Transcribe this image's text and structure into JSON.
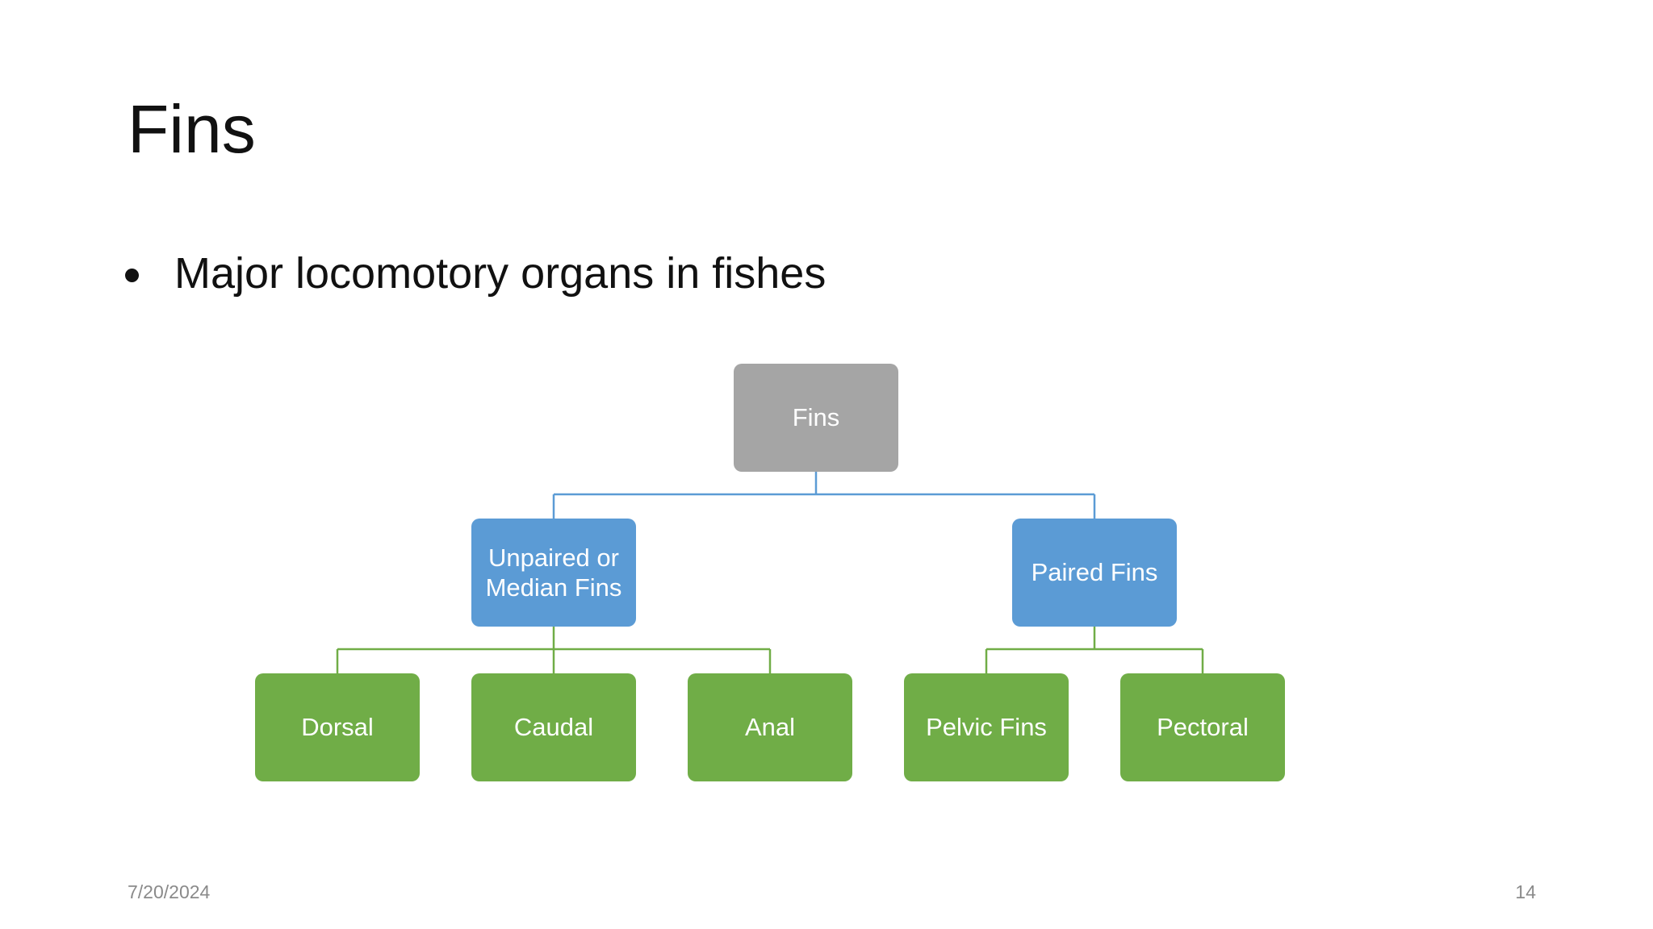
{
  "slide": {
    "title": "Fins",
    "bullet": "Major locomotory organs in fishes"
  },
  "diagram": {
    "root": {
      "label": "Fins",
      "color": "#a5a5a5"
    },
    "level1": [
      {
        "label": "Unpaired or\nMedian Fins",
        "color": "#5b9bd5"
      },
      {
        "label": "Paired Fins",
        "color": "#5b9bd5"
      }
    ],
    "level2": [
      {
        "label": "Dorsal",
        "parent": "Unpaired or Median Fins",
        "color": "#70ad47"
      },
      {
        "label": "Caudal",
        "parent": "Unpaired or Median Fins",
        "color": "#70ad47"
      },
      {
        "label": "Anal",
        "parent": "Unpaired or Median Fins",
        "color": "#70ad47"
      },
      {
        "label": "Pelvic Fins",
        "parent": "Paired Fins",
        "color": "#70ad47"
      },
      {
        "label": "Pectoral",
        "parent": "Paired Fins",
        "color": "#70ad47"
      }
    ],
    "connector_colors": {
      "level1": "#5b9bd5",
      "level2": "#70ad47"
    }
  },
  "footer": {
    "date": "7/20/2024",
    "page_number": "14"
  }
}
